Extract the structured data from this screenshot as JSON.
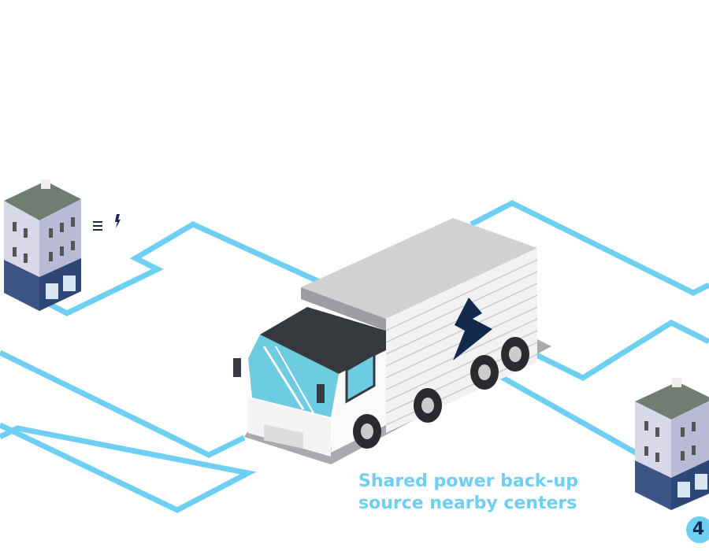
{
  "caption": {
    "line1": "Shared power back-up",
    "line2": "source nearby centers"
  },
  "step_badge": "4",
  "icons": [
    "building-icon",
    "equals-icon",
    "lightning-bolt-icon",
    "delivery-truck-icon"
  ],
  "colors": {
    "route": "#6fcff2",
    "navy": "#142a4d",
    "truck_body": "#e8e9eb",
    "cab": "#36393d",
    "windshield": "#6dcbe2"
  }
}
